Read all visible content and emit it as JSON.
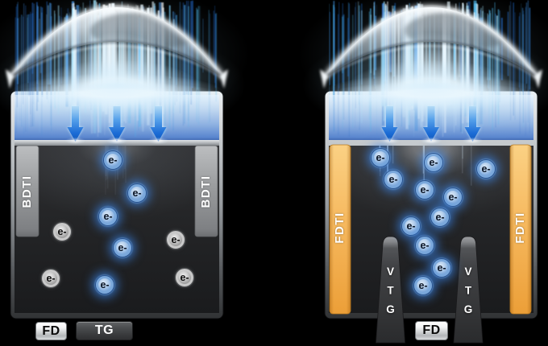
{
  "diagram": {
    "description": "image sensor pixel isolation comparison",
    "electron_label": "e-",
    "colors": {
      "background": "#000000",
      "frame_silver": "#b8bcc0",
      "band_blue": "#7ba4da",
      "arrow_blue": "#1f6fd6",
      "box_dark": "#222325",
      "bdti_gray": "#9a9c9e",
      "fdti_orange": "#f5b75e",
      "gate_dark": "#3a3b3d",
      "electron_blue": "#5f90cc",
      "electron_gray": "#a2a2a2",
      "button_light": "#d9dcde",
      "button_dark": "#3a3c3e"
    },
    "panels": [
      {
        "name": "bdti-pixel",
        "isolation": {
          "label": "BDTI",
          "bars": 2,
          "color": "#9a9c9e"
        },
        "light_arrows": 3,
        "gates": [],
        "buttons": [
          {
            "label": "FD",
            "style": "light"
          },
          {
            "label": "TG",
            "style": "dark"
          }
        ],
        "electrons": {
          "blue": [
            [
              140,
              199
            ],
            [
              170,
              240
            ],
            [
              134,
              269
            ],
            [
              152,
              308
            ],
            [
              130,
              354
            ]
          ],
          "gray": [
            [
              77,
              288
            ],
            [
              218,
              298
            ],
            [
              63,
              346
            ],
            [
              229,
              345
            ]
          ]
        }
      },
      {
        "name": "fdti-pixel",
        "isolation": {
          "label": "FDTI",
          "bars": 2,
          "color": "#f5b75e"
        },
        "light_arrows": 3,
        "gates": [
          {
            "label": "VTG"
          },
          {
            "label": "VTG"
          }
        ],
        "buttons": [
          {
            "label": "FD",
            "style": "light"
          }
        ],
        "electrons": {
          "blue": [
            [
              472,
              196
            ],
            [
              538,
              202
            ],
            [
              603,
              210
            ],
            [
              488,
              223
            ],
            [
              527,
              236
            ],
            [
              562,
              245
            ],
            [
              546,
              270
            ],
            [
              510,
              281
            ],
            [
              527,
              305
            ],
            [
              548,
              333
            ],
            [
              525,
              355
            ]
          ],
          "gray": []
        }
      }
    ]
  }
}
